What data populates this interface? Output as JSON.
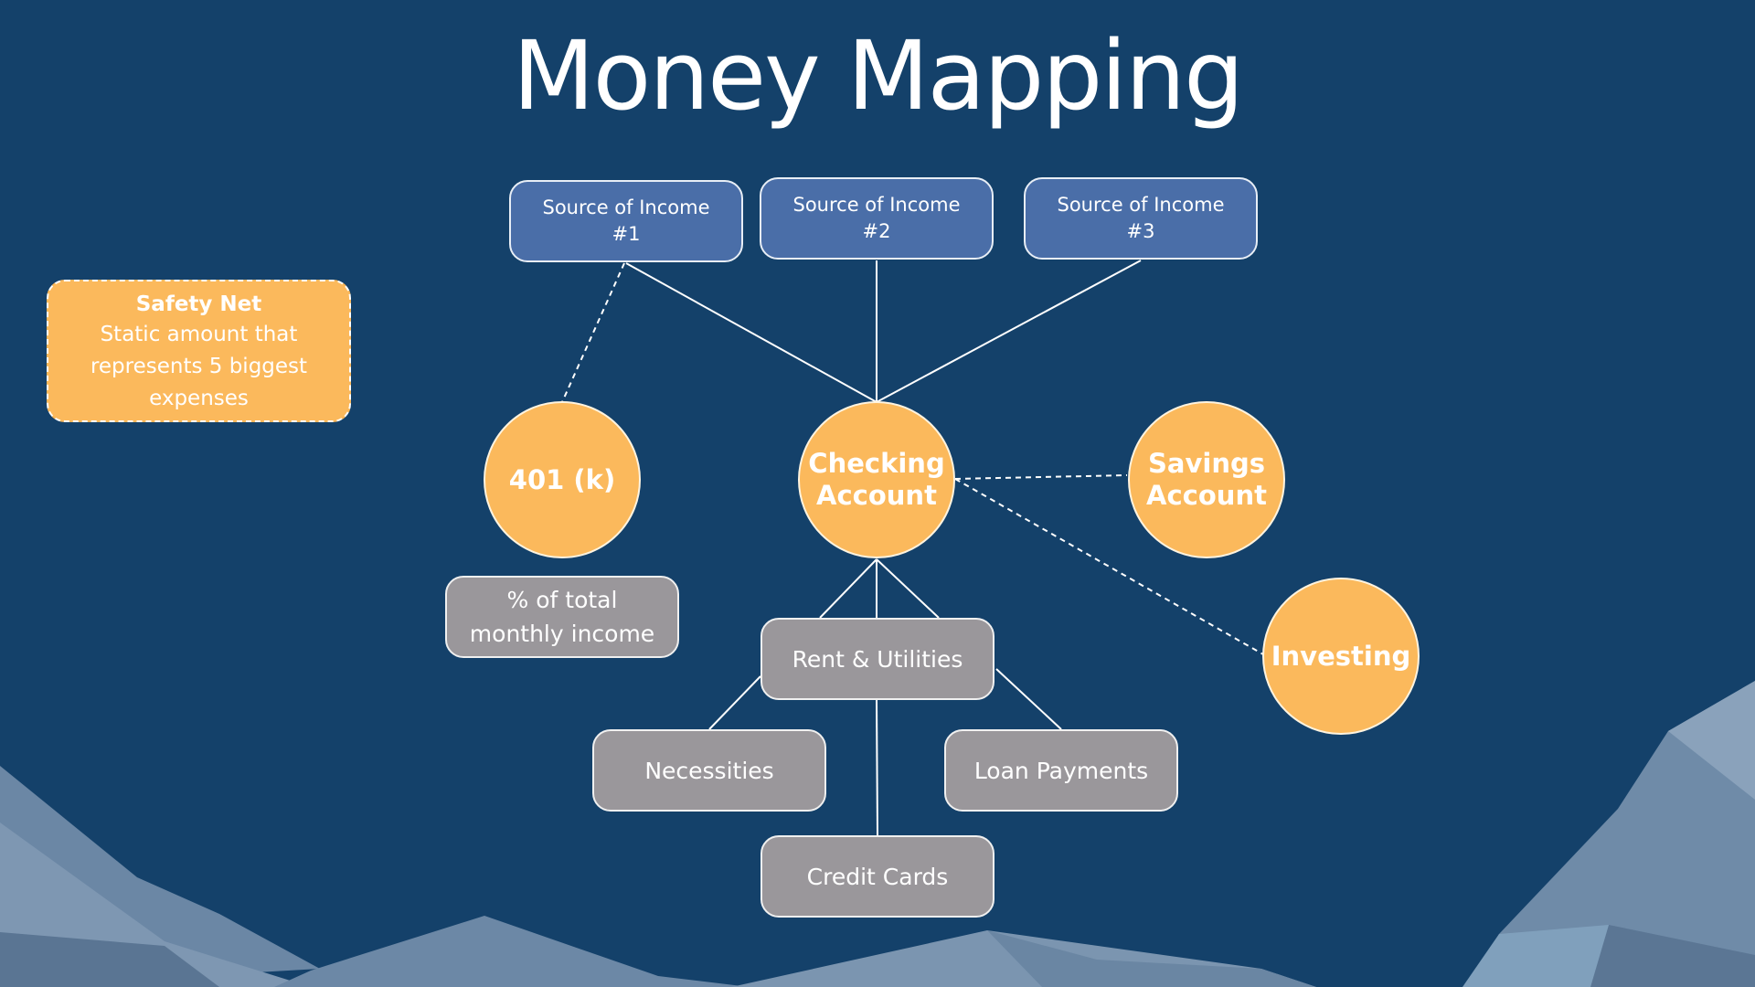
{
  "title": "Money Mapping",
  "colors": {
    "background": "#14416a",
    "income_box": "#4a6ea8",
    "accent_orange": "#fbb95c",
    "expense_grey": "#9a979b",
    "connector": "#ffffff"
  },
  "income_sources": [
    {
      "label": "Source of Income\n#1"
    },
    {
      "label": "Source of Income\n#2"
    },
    {
      "label": "Source of Income\n#3"
    }
  ],
  "safety_net": {
    "title": "Safety Net",
    "body": "Static amount that represents 5 biggest expenses"
  },
  "accounts": {
    "retirement": "401 (k)",
    "checking": "Checking\nAccount",
    "savings": "Savings\nAccount",
    "investing": "Investing"
  },
  "notes": {
    "retirement_note": "% of total\nmonthly income"
  },
  "expenses": {
    "rent": "Rent & Utilities",
    "necessities": "Necessities",
    "loans": "Loan Payments",
    "credit": "Credit Cards"
  }
}
